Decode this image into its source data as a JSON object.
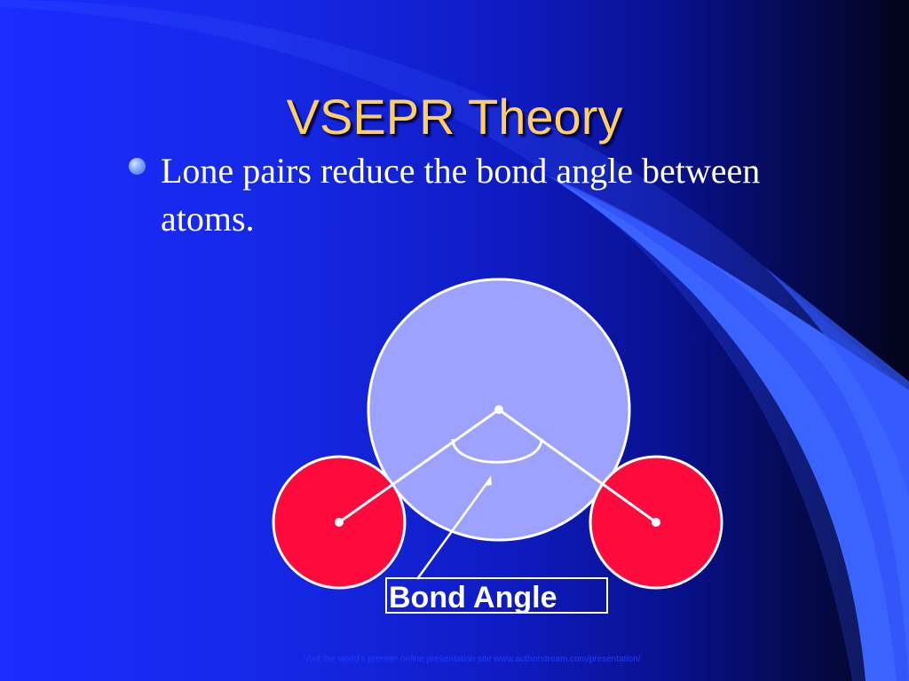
{
  "slide": {
    "title": "VSEPR Theory",
    "bullets": [
      "Lone pairs reduce the bond angle between atoms."
    ],
    "diagram_label": "Bond Angle",
    "footer": "Visit the world's premier online presentation site www.authorstream.com/presentation/"
  },
  "colors": {
    "title": "#ffd060",
    "central_atom": "#9da1ff",
    "outer_atom": "#ff0a3c",
    "background": "#1a2cff"
  },
  "icons": {
    "bullet": "round-bullet-icon"
  }
}
